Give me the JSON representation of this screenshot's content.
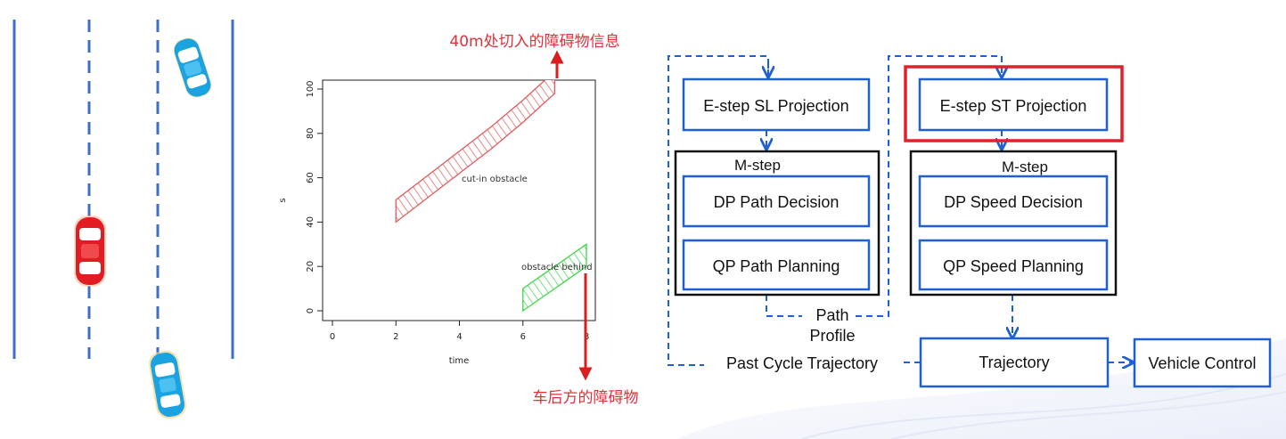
{
  "colors": {
    "lane_solid": "#3f6fc4",
    "lane_dashed": "#3f6fc4",
    "box_blue": "#1f5fd6",
    "box_red": "#e0202a",
    "box_black": "#111111",
    "arrow_red": "#d81e1e",
    "text_red": "#e0303a",
    "cutin_fill": "#e05b5b",
    "behind_fill": "#3fd44a",
    "ego_car": "#e11d23",
    "other_car": "#1aa3e0"
  },
  "icons": {
    "ego_car": "red-car-icon",
    "other_cars": "blue-car-icon"
  },
  "annotations": {
    "top": "40m处切入的障碍物信息",
    "bottom": "车后方的障碍物"
  },
  "chart_data": {
    "type": "area",
    "title": "",
    "xlabel": "time",
    "ylabel": "s",
    "xlim": [
      0,
      8
    ],
    "ylim": [
      0,
      100
    ],
    "xticks": [
      0,
      2,
      4,
      6,
      8
    ],
    "yticks": [
      0,
      20,
      40,
      60,
      80,
      100
    ],
    "grid": false,
    "series": [
      {
        "name": "cut-in obstacle",
        "color": "#e05b5b",
        "x": [
          2,
          3,
          4,
          5,
          6,
          7
        ],
        "lower": [
          40,
          51,
          62,
          73,
          85,
          98
        ],
        "upper": [
          50,
          61,
          72,
          83,
          95,
          108
        ]
      },
      {
        "name": "obstacle behind",
        "color": "#3fd44a",
        "x": [
          6,
          7,
          8
        ],
        "lower": [
          0,
          10,
          20
        ],
        "upper": [
          10,
          20,
          30
        ]
      }
    ]
  },
  "diagram": {
    "sl_projection": "E-step SL Projection",
    "st_projection": "E-step ST Projection",
    "mstep_left": "M-step",
    "mstep_right": "M-step",
    "dp_path": "DP Path Decision",
    "qp_path": "QP Path Planning",
    "dp_speed": "DP Speed Decision",
    "qp_speed": "QP Speed Planning",
    "path_profile_1": "Path",
    "path_profile_2": "Profile",
    "past_cycle": "Past Cycle Trajectory",
    "trajectory": "Trajectory",
    "vehicle_control": "Vehicle Control"
  }
}
